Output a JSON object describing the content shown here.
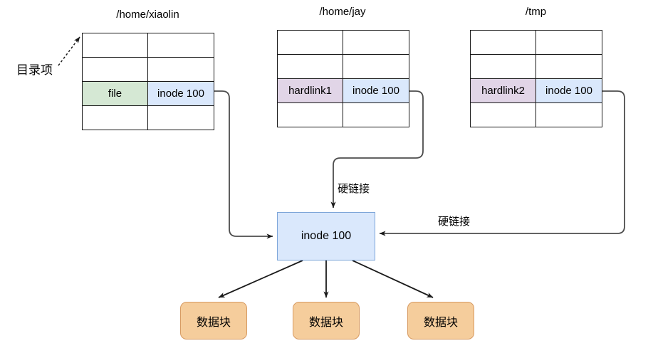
{
  "diagram": {
    "title_alt": "hard link inode diagram",
    "colors": {
      "green_fill": "#d5e8d4",
      "purple_fill": "#e1d5e7",
      "blue_fill": "#dae8fc",
      "blue_stroke": "#7ea6d9",
      "orange_fill": "#f5cd9c",
      "orange_stroke": "#d79b63",
      "line": "#4d4d4d",
      "table_border": "#1a1a1a"
    }
  },
  "annotations": {
    "directory_entry_label": "目录项",
    "hardlink_label_middle": "硬链接",
    "hardlink_label_right": "硬链接"
  },
  "directories": [
    {
      "path": "/home/xiaolin",
      "rows": [
        {
          "name": "",
          "inode": "",
          "name_fill": "none",
          "inode_fill": "none"
        },
        {
          "name": "",
          "inode": "",
          "name_fill": "none",
          "inode_fill": "none"
        },
        {
          "name": "file",
          "inode": "inode 100",
          "name_fill": "green",
          "inode_fill": "blue"
        },
        {
          "name": "",
          "inode": "",
          "name_fill": "none",
          "inode_fill": "none"
        }
      ]
    },
    {
      "path": "/home/jay",
      "rows": [
        {
          "name": "",
          "inode": "",
          "name_fill": "none",
          "inode_fill": "none"
        },
        {
          "name": "",
          "inode": "",
          "name_fill": "none",
          "inode_fill": "none"
        },
        {
          "name": "hardlink1",
          "inode": "inode 100",
          "name_fill": "purple",
          "inode_fill": "blue"
        },
        {
          "name": "",
          "inode": "",
          "name_fill": "none",
          "inode_fill": "none"
        }
      ]
    },
    {
      "path": "/tmp",
      "rows": [
        {
          "name": "",
          "inode": "",
          "name_fill": "none",
          "inode_fill": "none"
        },
        {
          "name": "",
          "inode": "",
          "name_fill": "none",
          "inode_fill": "none"
        },
        {
          "name": "hardlink2",
          "inode": "inode 100",
          "name_fill": "purple",
          "inode_fill": "blue"
        },
        {
          "name": "",
          "inode": "",
          "name_fill": "none",
          "inode_fill": "none"
        }
      ]
    }
  ],
  "inode": {
    "label": "inode 100"
  },
  "data_blocks": [
    {
      "label": "数据块"
    },
    {
      "label": "数据块"
    },
    {
      "label": "数据块"
    }
  ]
}
